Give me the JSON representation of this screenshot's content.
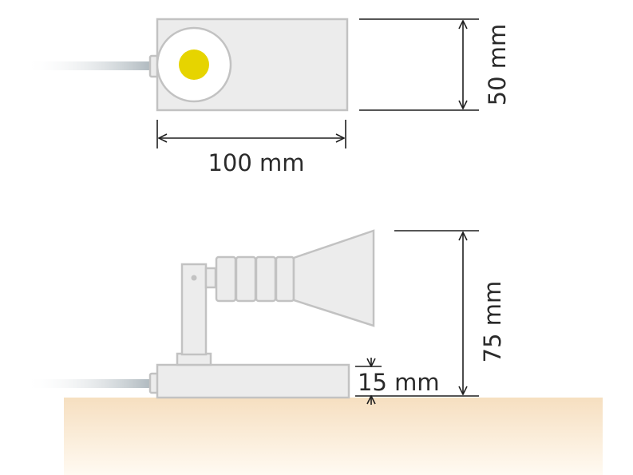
{
  "top_view": {
    "width_label": "100 mm",
    "height_label": "50 mm"
  },
  "side_view": {
    "height_label": "75 mm",
    "base_label": "15 mm"
  },
  "colors": {
    "led": "#e6d400",
    "housing_fill": "#ececec",
    "housing_stroke": "#c2c2c2",
    "ground_top": "#f6dfc0",
    "ground_bottom": "#fffaf2",
    "cable": "#b5bfc5"
  }
}
